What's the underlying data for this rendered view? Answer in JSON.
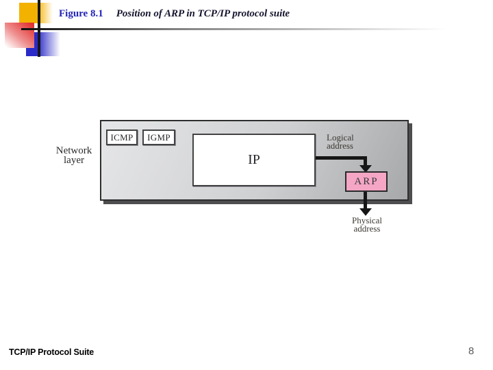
{
  "header": {
    "figure_label": "Figure 8.1",
    "title": "Position of ARP in TCP/IP protocol suite"
  },
  "diagram": {
    "layer_label": {
      "line1": "Network",
      "line2": "layer"
    },
    "boxes": {
      "icmp": "ICMP",
      "igmp": "IGMP",
      "ip": "IP",
      "arp": "ARP"
    },
    "labels": {
      "logical": {
        "line1": "Logical",
        "line2": "address"
      },
      "physical": {
        "line1": "Physical",
        "line2": "address"
      }
    }
  },
  "footer": {
    "text": "TCP/IP Protocol Suite",
    "page_number": "8"
  },
  "colors": {
    "title_blue": "#2323b8",
    "title_dark": "#14142e",
    "accent_yellow": "#f3b200",
    "accent_red": "#e23232",
    "accent_blue": "#2a2ac8",
    "panel_light": "#e5e6e7",
    "panel_dark": "#a7a8aa",
    "panel_shadow": "#4e4e50",
    "arp_fill": "#f4a6c4",
    "arrow": "#161616",
    "label_text": "#3c3933",
    "page_number_gray": "#5a5a5a"
  }
}
